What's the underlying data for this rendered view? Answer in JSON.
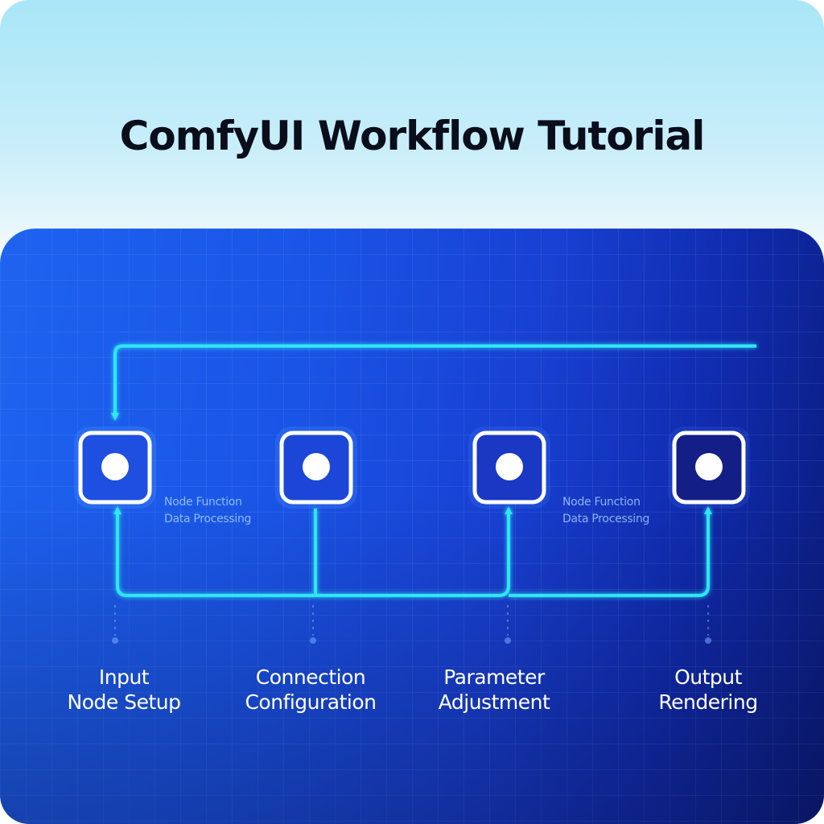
{
  "title": "ComfyUI Workflow Tutorial",
  "steps": [
    {
      "line1": "Input",
      "line2": "Node Setup"
    },
    {
      "line1": "Connection",
      "line2": "Configuration"
    },
    {
      "line1": "Parameter",
      "line2": "Adjustment"
    },
    {
      "line1": "Output",
      "line2": "Rendering"
    }
  ],
  "annotations": [
    {
      "line1": "Node Function",
      "line2": "Data Processing"
    },
    {
      "line1": "Node Function",
      "line2": "Data Processing"
    }
  ],
  "colors": {
    "connector": "#2ee6f5",
    "node_fill": "#1d3fc8",
    "node_border": "#ffffff",
    "title": "#0a0d1a"
  }
}
